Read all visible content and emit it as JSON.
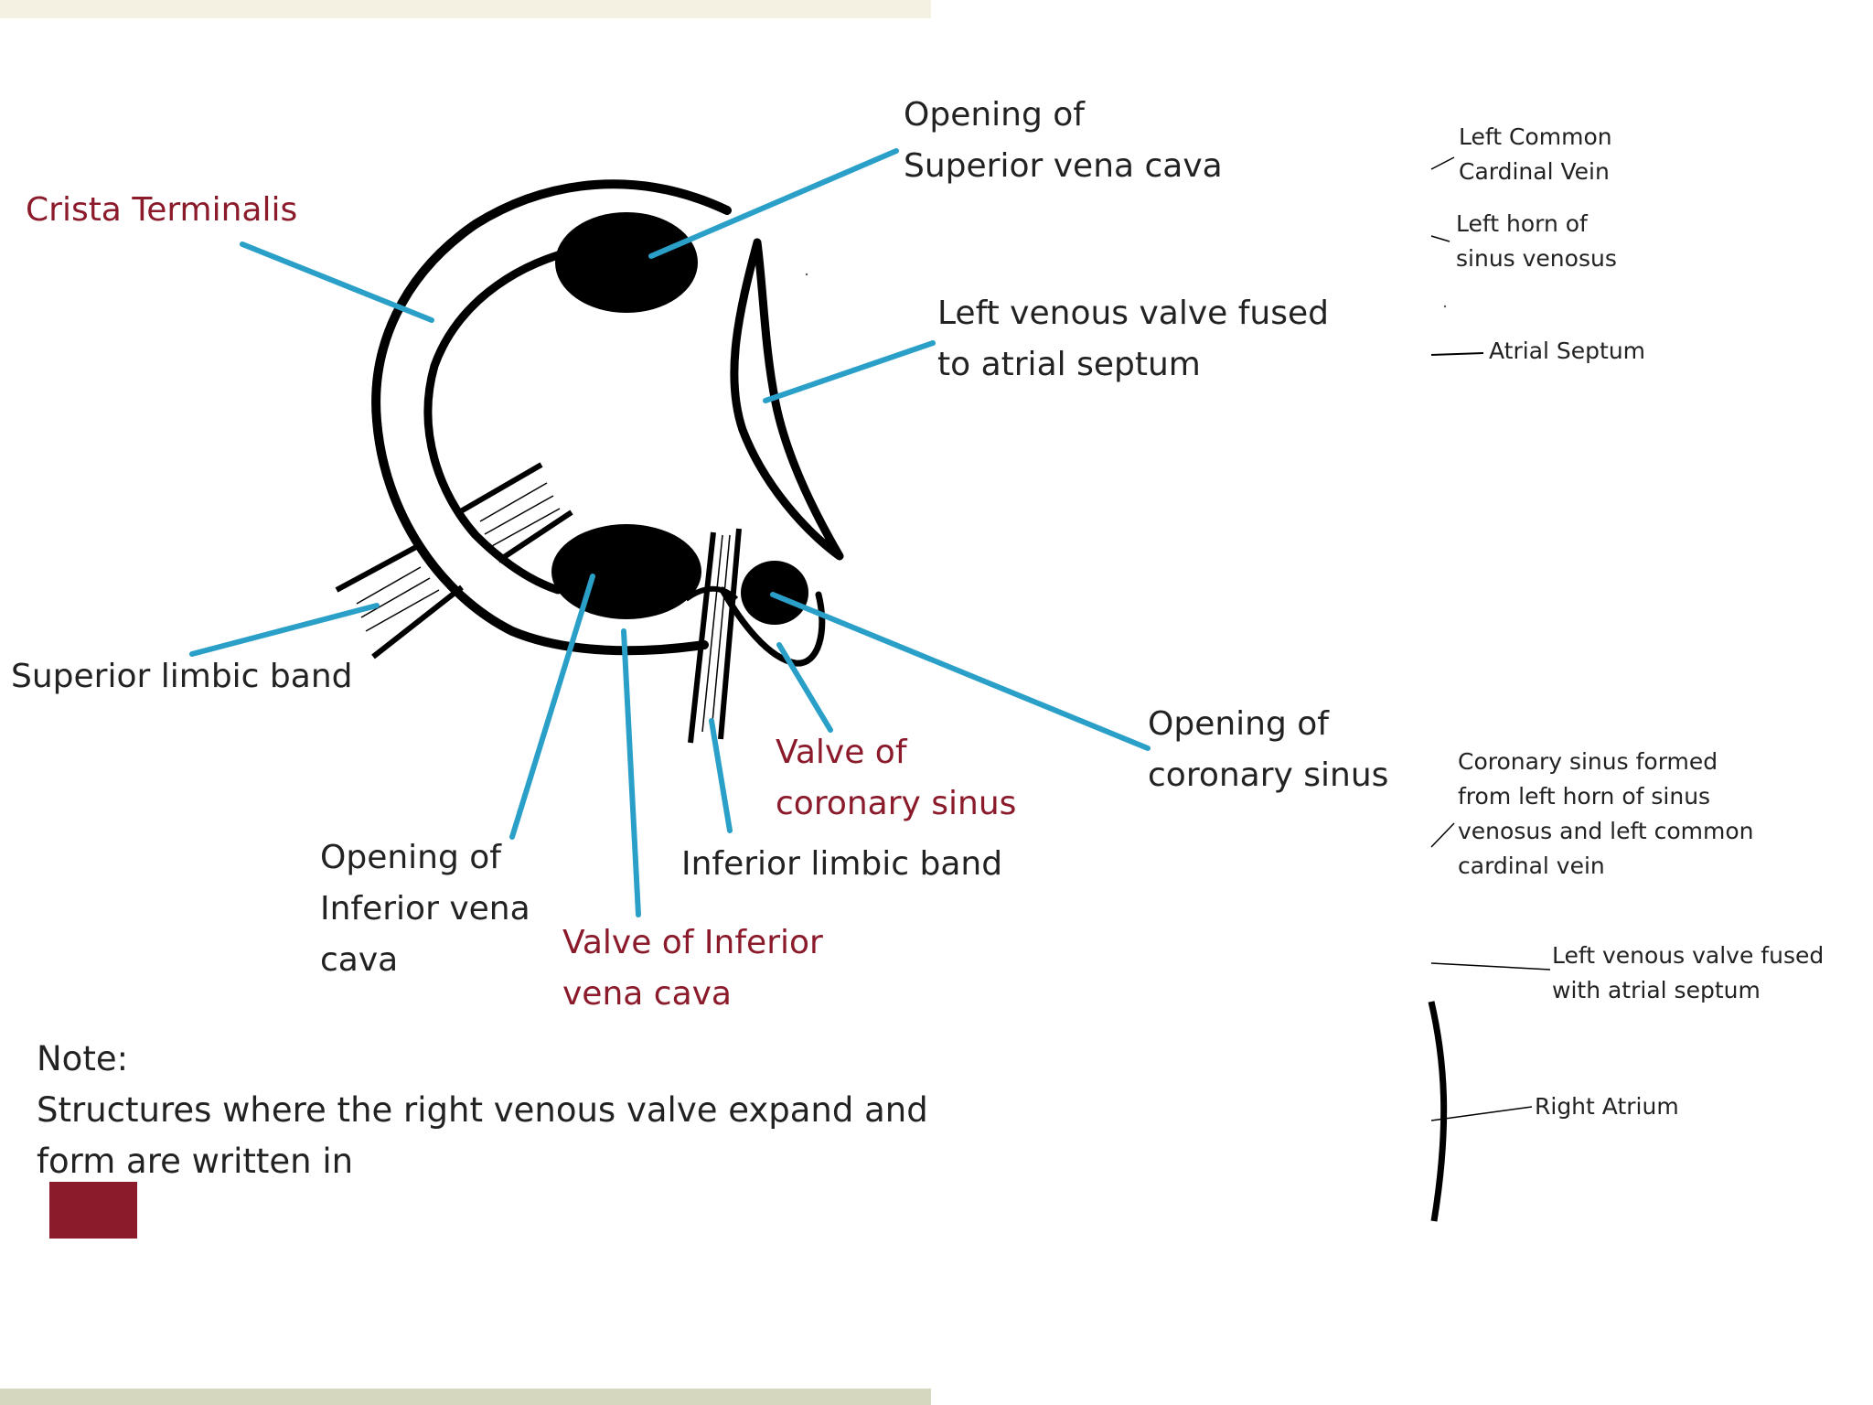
{
  "colors": {
    "red_label": "#8b1a2b",
    "pointer_line": "#2aa0c8",
    "outline": "#000000",
    "swatch": "#8b1a2b"
  },
  "labels": {
    "svc": [
      "Opening of",
      "Superior vena cava"
    ],
    "crista": [
      "Crista Terminalis"
    ],
    "left_valve": [
      "Left venous valve fused",
      "to atrial septum"
    ],
    "sup_limbic": [
      "Superior limbic band"
    ],
    "cs_opening": [
      "Opening of",
      "coronary sinus"
    ],
    "cs_valve": [
      "Valve of",
      "coronary sinus"
    ],
    "inf_limbic": [
      "Inferior limbic band"
    ],
    "ivc_opening": [
      "Opening of",
      "Inferior vena",
      "cava"
    ],
    "ivc_valve": [
      "Valve of Inferior",
      "vena cava"
    ]
  },
  "legend": {
    "cardinal": [
      "Left Common",
      "Cardinal Vein"
    ],
    "horn": [
      "Left horn of",
      "sinus venosus"
    ],
    "septum": [
      "Atrial Septum"
    ],
    "coronary": [
      "Coronary sinus formed",
      "from left horn of sinus",
      "venosus and left common",
      "cardinal vein"
    ],
    "fused": [
      "Left venous valve fused",
      "with atrial septum"
    ],
    "atrium": [
      "Right Atrium"
    ]
  },
  "note": {
    "heading": "Note:",
    "line1": "Structures where the right venous valve expand and",
    "line2": "form are written in"
  }
}
